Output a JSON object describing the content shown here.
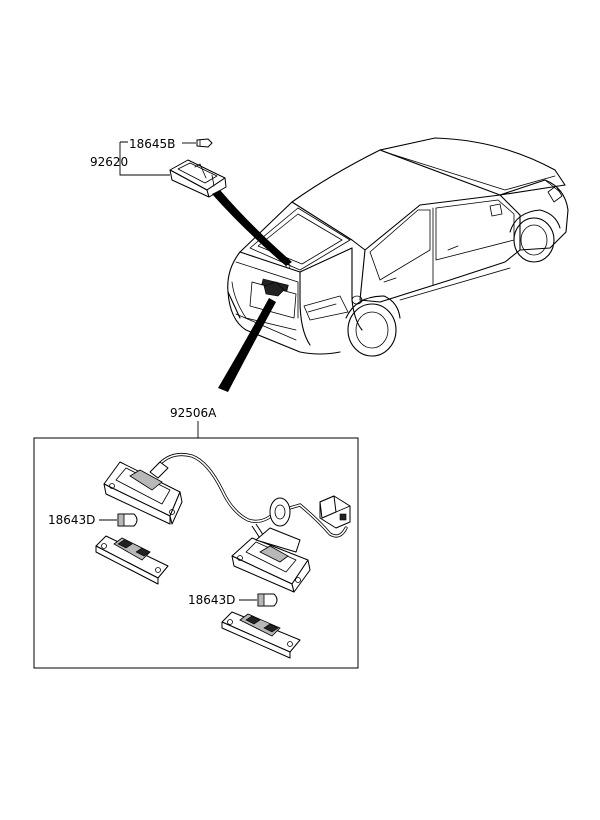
{
  "labels": {
    "assembly_overhead": "92620",
    "bulb_overhead": "18645B",
    "assembly_license": "92506A",
    "bulb_license_left": "18643D",
    "bulb_license_right": "18643D"
  }
}
